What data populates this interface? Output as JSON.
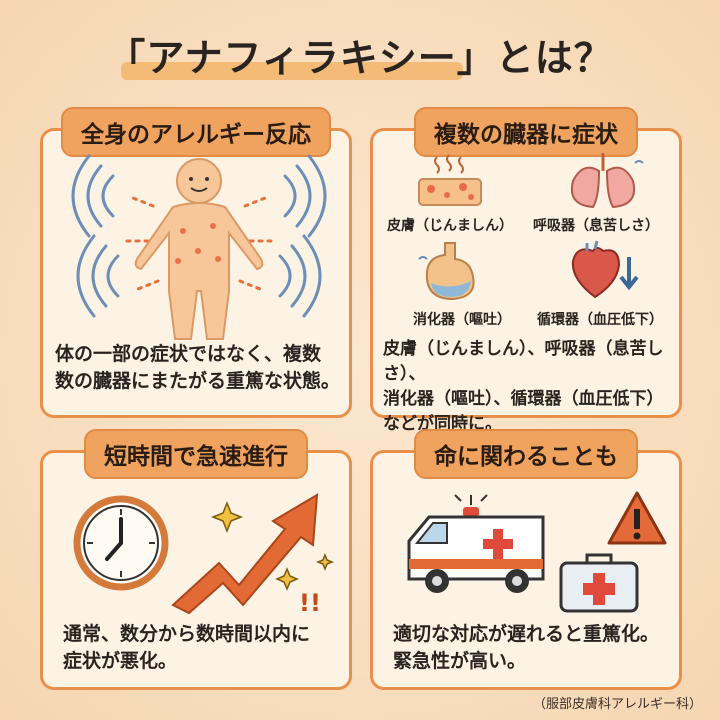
{
  "title": "「アナフィラキシー」とは？",
  "cards": [
    {
      "heading": "全身のアレルギー反応",
      "desc_line1": "体の一部の症状ではなく、複数",
      "desc_line2": "数の臓器にまたがる重篤な状態。",
      "icons": [
        "human-figure-icon",
        "signal-waves-icon"
      ]
    },
    {
      "heading": "複数の臓器に症状",
      "organs": [
        {
          "label": "皮膚（じんましん）",
          "icon": "skin-hives-icon"
        },
        {
          "label": "呼吸器（息苦しさ）",
          "icon": "lungs-icon"
        },
        {
          "label": "消化器（嘔吐）",
          "icon": "stomach-icon"
        },
        {
          "label": "循環器（血圧低下）",
          "icon": "heart-icon"
        }
      ],
      "desc_line1": "皮膚（じんましん）、呼吸器（息苦しさ）、",
      "desc_line2": "消化器（嘔吐）、循環器（血圧低下）",
      "desc_line3": "などが同時に。"
    },
    {
      "heading": "短時間で急速進行",
      "desc_line1": "通常、数分から数時間以内に",
      "desc_line2": "症状が悪化。",
      "icons": [
        "clock-icon",
        "rising-arrow-icon",
        "sparkle-icon"
      ]
    },
    {
      "heading": "命に関わることも",
      "desc_line1": "適切な対応が遅れると重篤化。",
      "desc_line2": "緊急性が高い。",
      "icons": [
        "ambulance-icon",
        "warning-icon",
        "first-aid-kit-icon"
      ]
    }
  ],
  "footer": "（服部皮膚科アレルギー科）",
  "colors": {
    "accent": "#f0a35e",
    "border": "#e8904a",
    "background": "#f6d9b6",
    "card": "#fdf3e4"
  }
}
